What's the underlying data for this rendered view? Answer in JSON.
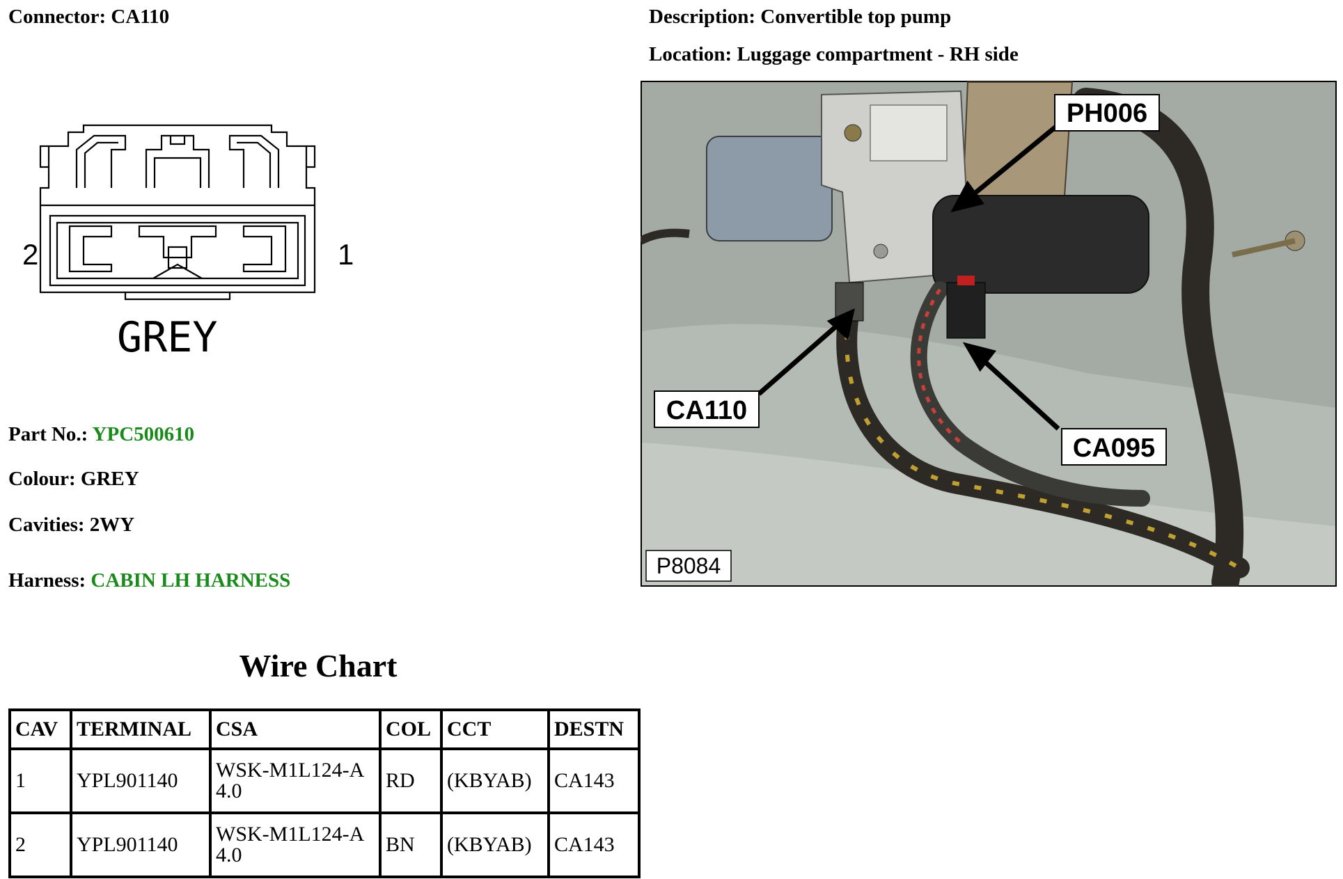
{
  "connector": {
    "label": "Connector:",
    "value": "CA110"
  },
  "description": {
    "label": "Description:",
    "value": "Convertible top pump"
  },
  "location": {
    "label": "Location:",
    "value": "Luggage compartment - RH side"
  },
  "diagram": {
    "pin_left": "2",
    "pin_right": "1",
    "colour_text": "GREY"
  },
  "photo": {
    "callouts": [
      "PH006",
      "CA110",
      "CA095"
    ],
    "ref": "P8084"
  },
  "part_no": {
    "label": "Part No.:",
    "value": "YPC500610"
  },
  "colour": {
    "label": "Colour:",
    "value": "GREY"
  },
  "cavities": {
    "label": "Cavities:",
    "value": "2WY"
  },
  "harness": {
    "label": "Harness:",
    "value": "CABIN LH HARNESS"
  },
  "wire_chart": {
    "title": "Wire Chart",
    "headers": [
      "CAV",
      "TERMINAL",
      "CSA",
      "COL",
      "CCT",
      "DESTN"
    ],
    "rows": [
      [
        "1",
        "YPL901140",
        "WSK-M1L124-A 4.0",
        "RD",
        "(KBYAB)",
        "CA143"
      ],
      [
        "2",
        "YPL901140",
        "WSK-M1L124-A 4.0",
        "BN",
        "(KBYAB)",
        "CA143"
      ]
    ]
  },
  "colors": {
    "link": "#1a8a1a",
    "photo_bg": "#a4aaa4"
  }
}
